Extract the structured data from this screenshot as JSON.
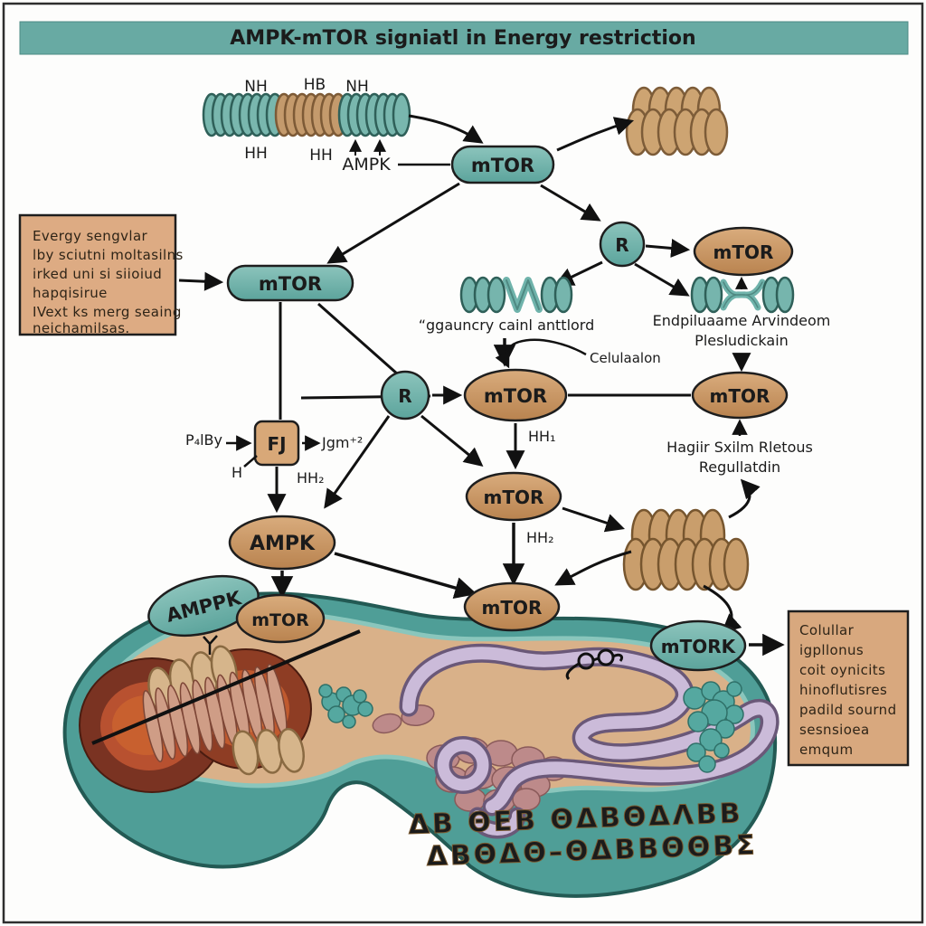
{
  "title": "AMPK-mTOR signiatl in Energy restriction",
  "top_membrane": {
    "nh_left": "NH",
    "hb": "HB",
    "nh_right": "NH",
    "hh_left": "HH",
    "hh_right": "HH",
    "ampk_label": "AMPK",
    "mtor": "mTOR"
  },
  "left_box": {
    "lines": [
      "Evergy sengvlar",
      "lby sciutni moltasilns",
      "irked uni si siioiud",
      "hapqisirue",
      "IVext ks merg seaing",
      "neichamilsas."
    ]
  },
  "pathway": {
    "mtor_left": "mTOR",
    "r1": "R",
    "r2": "R",
    "mtor_top_right": "mTOR",
    "er_coil_label_line1": "Endpiluaame Arvindeom",
    "er_coil_label_line2": "Plesludickain",
    "mtor_right_mid": "mTOR",
    "regulation_line1": "Hagiir Sxilm Rletous",
    "regulation_line2": "Regullatdin",
    "coil_mid_label": "“ggauncry cainl anttlord",
    "mtor_center": "mTOR",
    "celular_label": "Celulaalon",
    "hh1": "HH₁",
    "mtor_mid_lower": "mTOR",
    "hh2": "HH₂",
    "fj_box": "FJ",
    "p4lby": "P₄lBy",
    "jgm": "Jgm⁺²",
    "h_label": "H",
    "hh2_fj": "HH₂",
    "ampk": "AMPK"
  },
  "cell": {
    "amppk": "AMPPK",
    "mtor_membrane_left": "mTOR",
    "mtor_membrane_mid": "mTOR",
    "mtork": "mTORK",
    "deco_text_line1": "ΔΒ ΘΕΒ ΘΔΒΘΔΛΒΒ",
    "deco_text_line2": "ΔΒΘΔΘ–ΘΔΒΒΘΘΒΣ"
  },
  "right_box": {
    "lines": [
      "Colullar",
      "igpllonus",
      "coit oynicits",
      "hinoflutisres",
      "padild sournd",
      "sesnsioea",
      "emqum"
    ]
  },
  "colors": {
    "teal_node": "#6fb3ab",
    "teal_membrane": "#4f9e97",
    "tan_node": "#c9976a",
    "tan_box": "#ddab83",
    "cell_interior": "#d9b189",
    "coil_tan": "#c9a06e",
    "title_band": "#68aaa3"
  }
}
